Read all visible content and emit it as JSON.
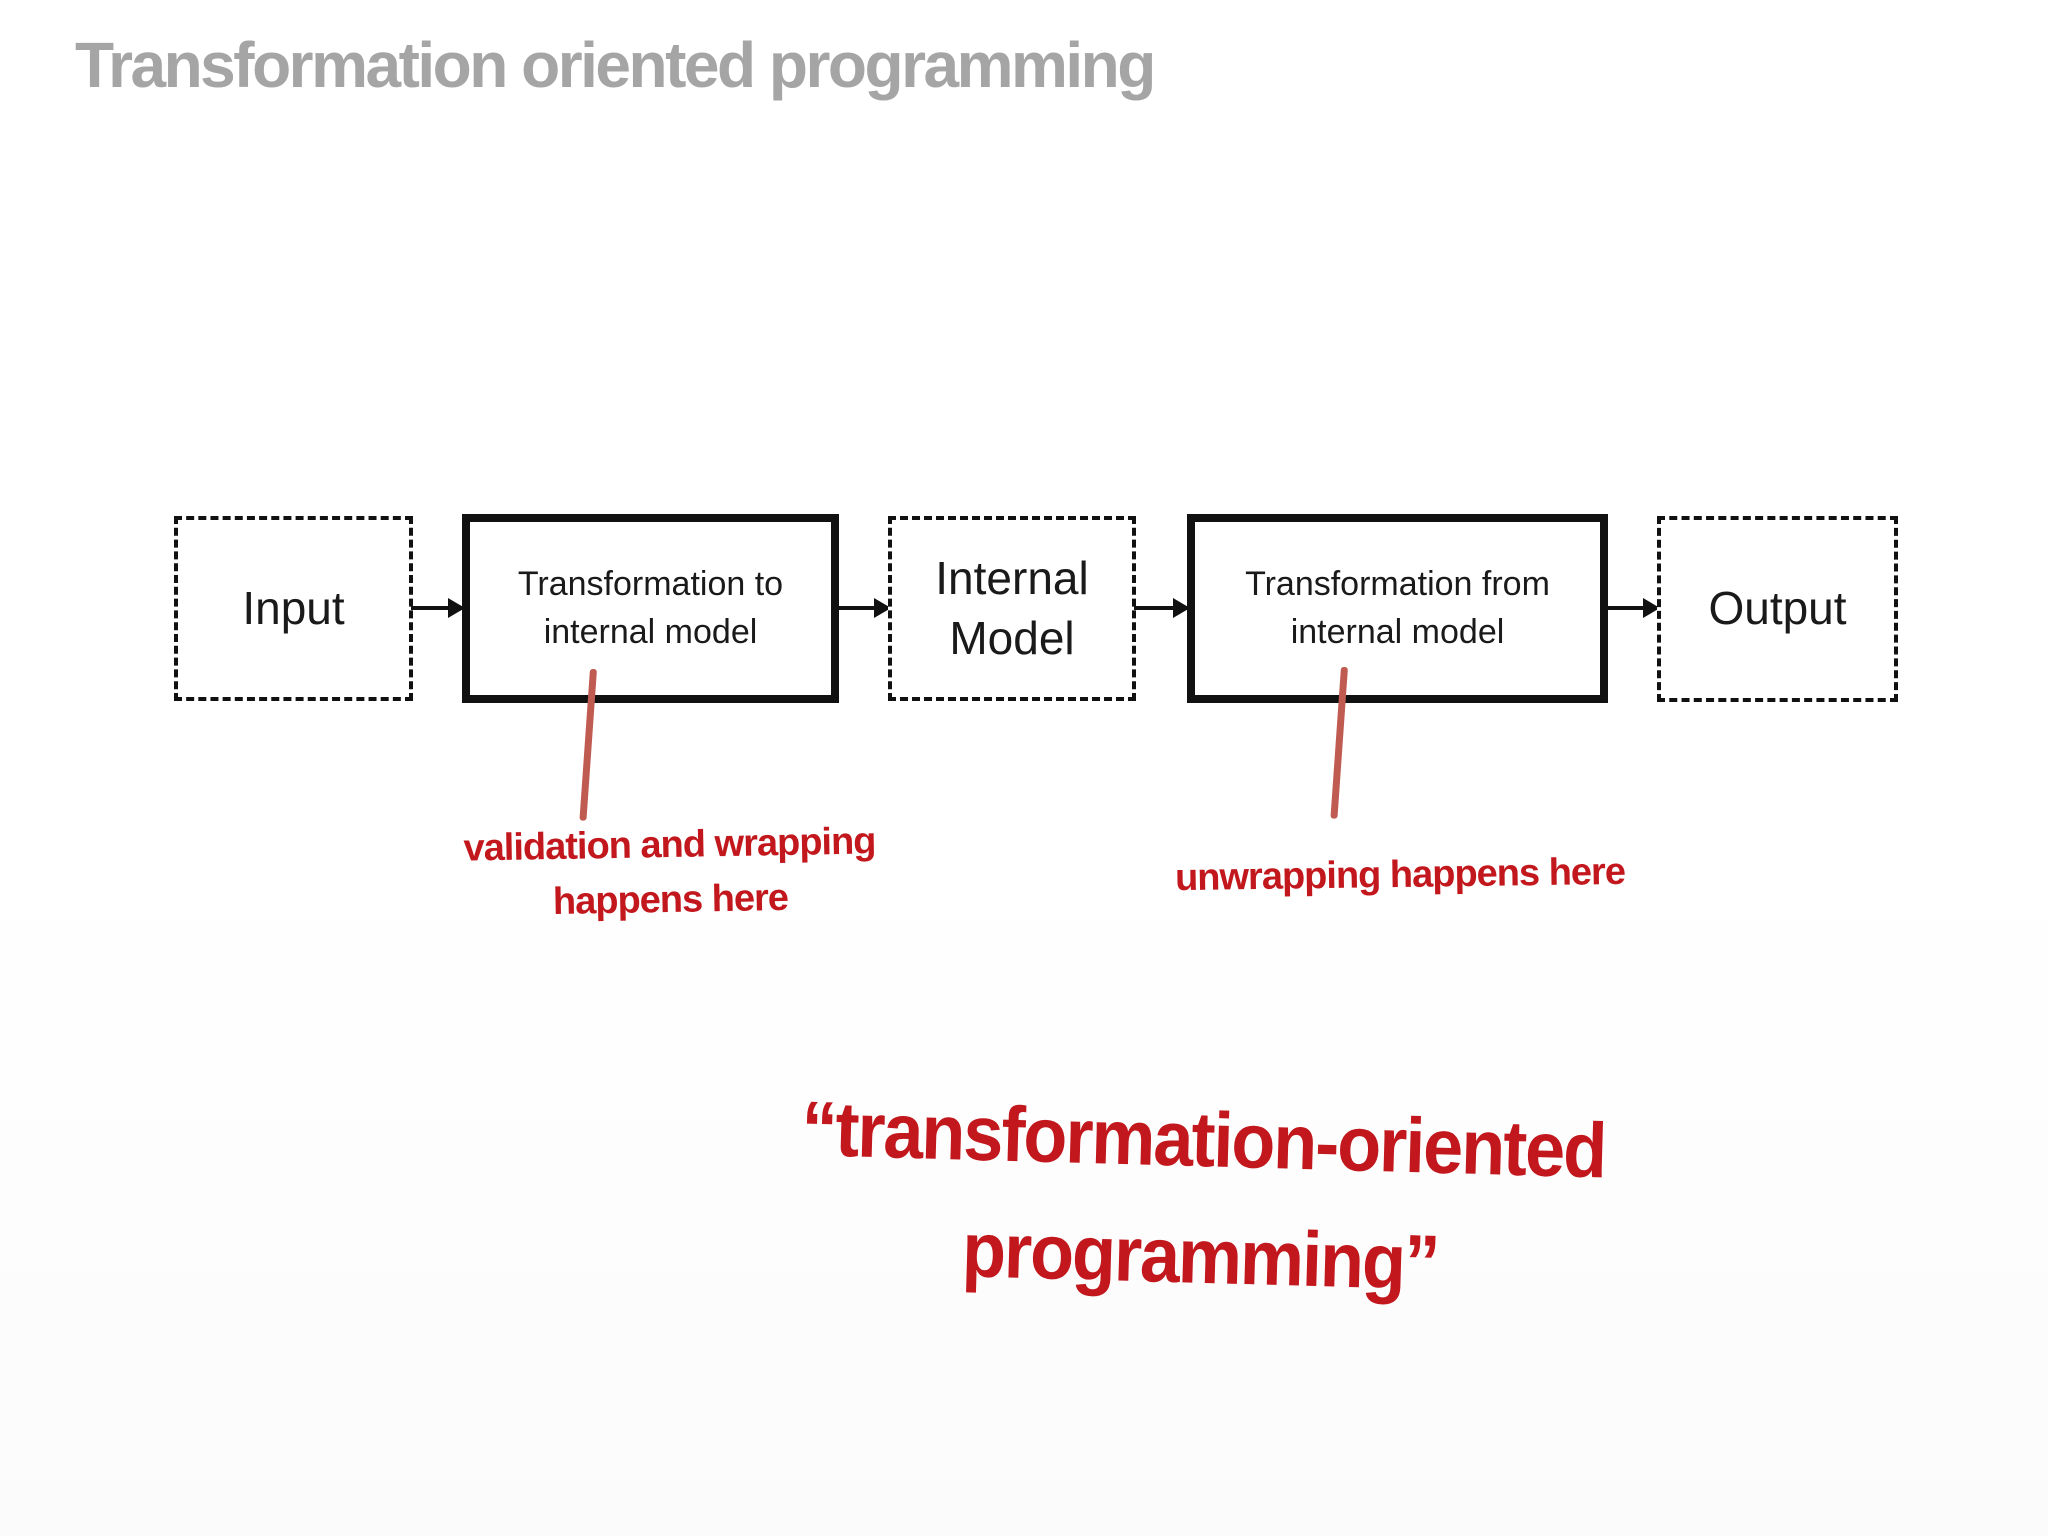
{
  "slide": {
    "title": "Transformation oriented programming"
  },
  "colors": {
    "title_gray": "#a5a5a5",
    "box_border_black": "#111111",
    "annotation_red": "#c2181d",
    "leader_line_red": "#c05b52",
    "background": "#ffffff"
  },
  "diagram": {
    "nodes": [
      {
        "label": "Input",
        "style": "dashed"
      },
      {
        "label": "Transformation to internal model",
        "style": "solid"
      },
      {
        "label": "Internal Model",
        "style": "dashed"
      },
      {
        "label": "Transformation from internal model",
        "style": "solid"
      },
      {
        "label": "Output",
        "style": "dashed"
      }
    ]
  },
  "annotations": {
    "validation": {
      "line1": "validation and wrapping",
      "line2": "happens here"
    },
    "unwrapping": {
      "text": "unwrapping happens here"
    }
  },
  "quote": {
    "line1": "“transformation-oriented",
    "line2": "programming”"
  }
}
